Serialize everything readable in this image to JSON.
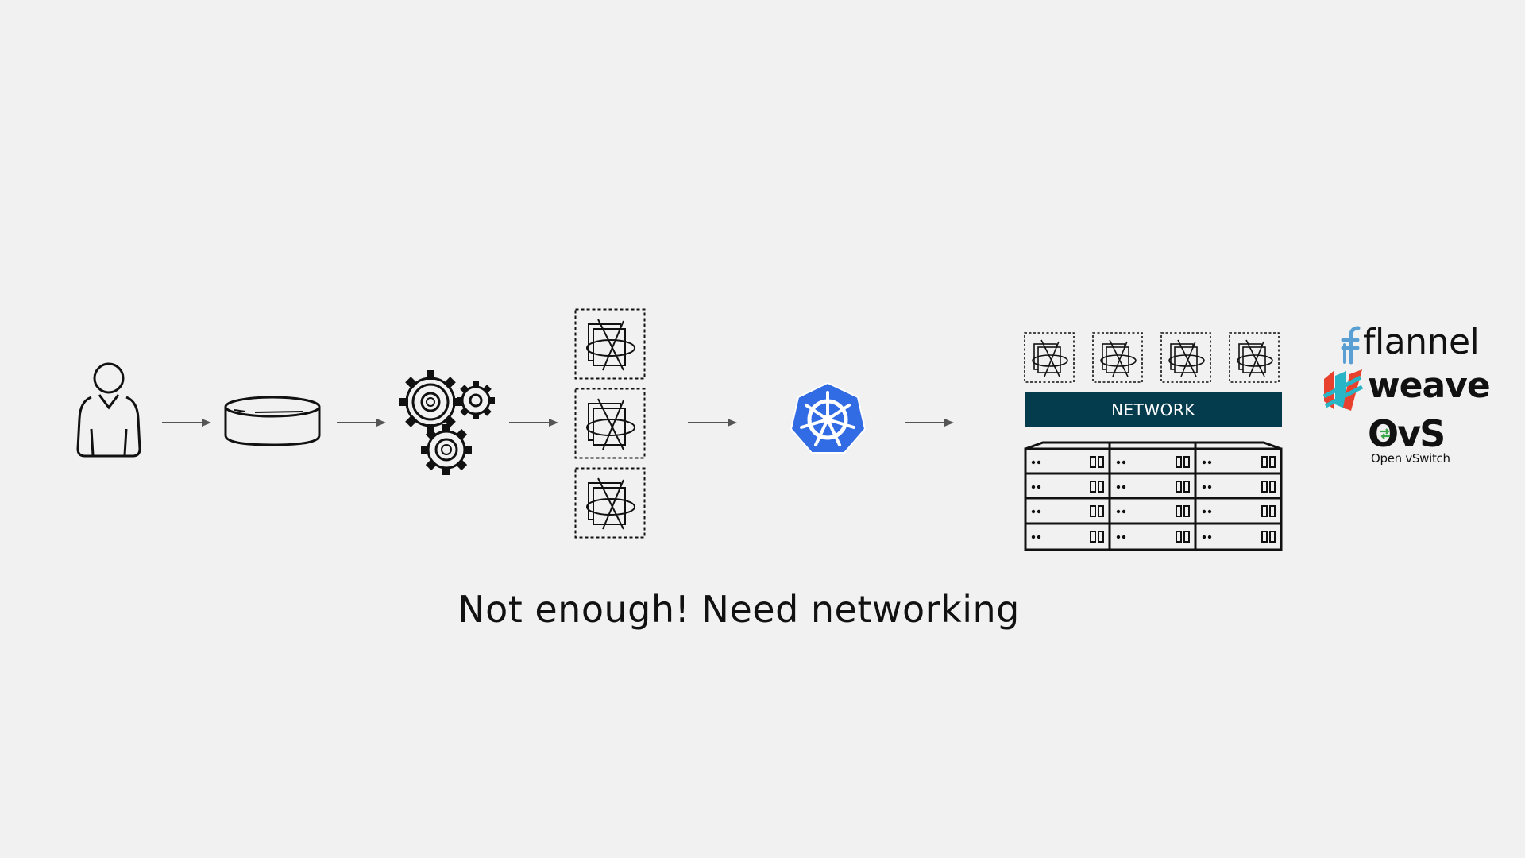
{
  "diagram": {
    "caption": "Not enough! Need networking",
    "network_label": "NETWORK",
    "colors": {
      "background": "#f1f1f1",
      "network_bar": "#043b4d",
      "kubernetes": "#326ce5",
      "flannel": "#5a9fd4",
      "weave_red": "#e8422f",
      "weave_teal": "#2ab5c6",
      "ovs_green": "#3aa64a"
    },
    "icons": [
      "user-icon",
      "storage-disk-icon",
      "gears-icon",
      "container-icon",
      "kubernetes-logo-icon",
      "server-rack-icon"
    ],
    "logos": {
      "flannel": "flannel",
      "weave": "weave",
      "ovs": "OvS",
      "ovs_subtitle": "Open vSwitch"
    }
  }
}
